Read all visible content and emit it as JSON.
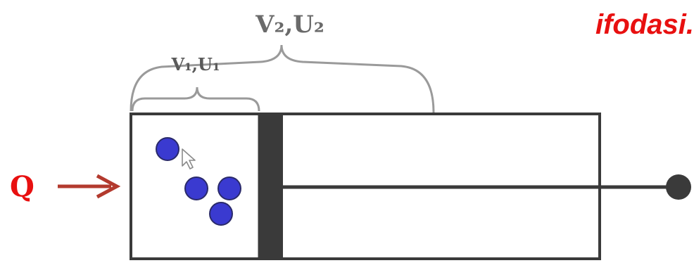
{
  "labels": {
    "state2": "V₂,U₂",
    "state1": "V₁,U₁",
    "heat": "Q",
    "watermark": "ifodasi."
  },
  "colors": {
    "heat_label": "#e81010",
    "arrow": "#b33a2e",
    "watermark": "#e81010",
    "outline": "#3a3a3a",
    "piston": "#3a3a3a",
    "brace": "#9a9a9a",
    "molecule": "#3a3ad0",
    "molecule_edge": "#2a2a6a"
  },
  "icons": {
    "cursor": "mouse-pointer-icon"
  },
  "molecules_count": 4
}
